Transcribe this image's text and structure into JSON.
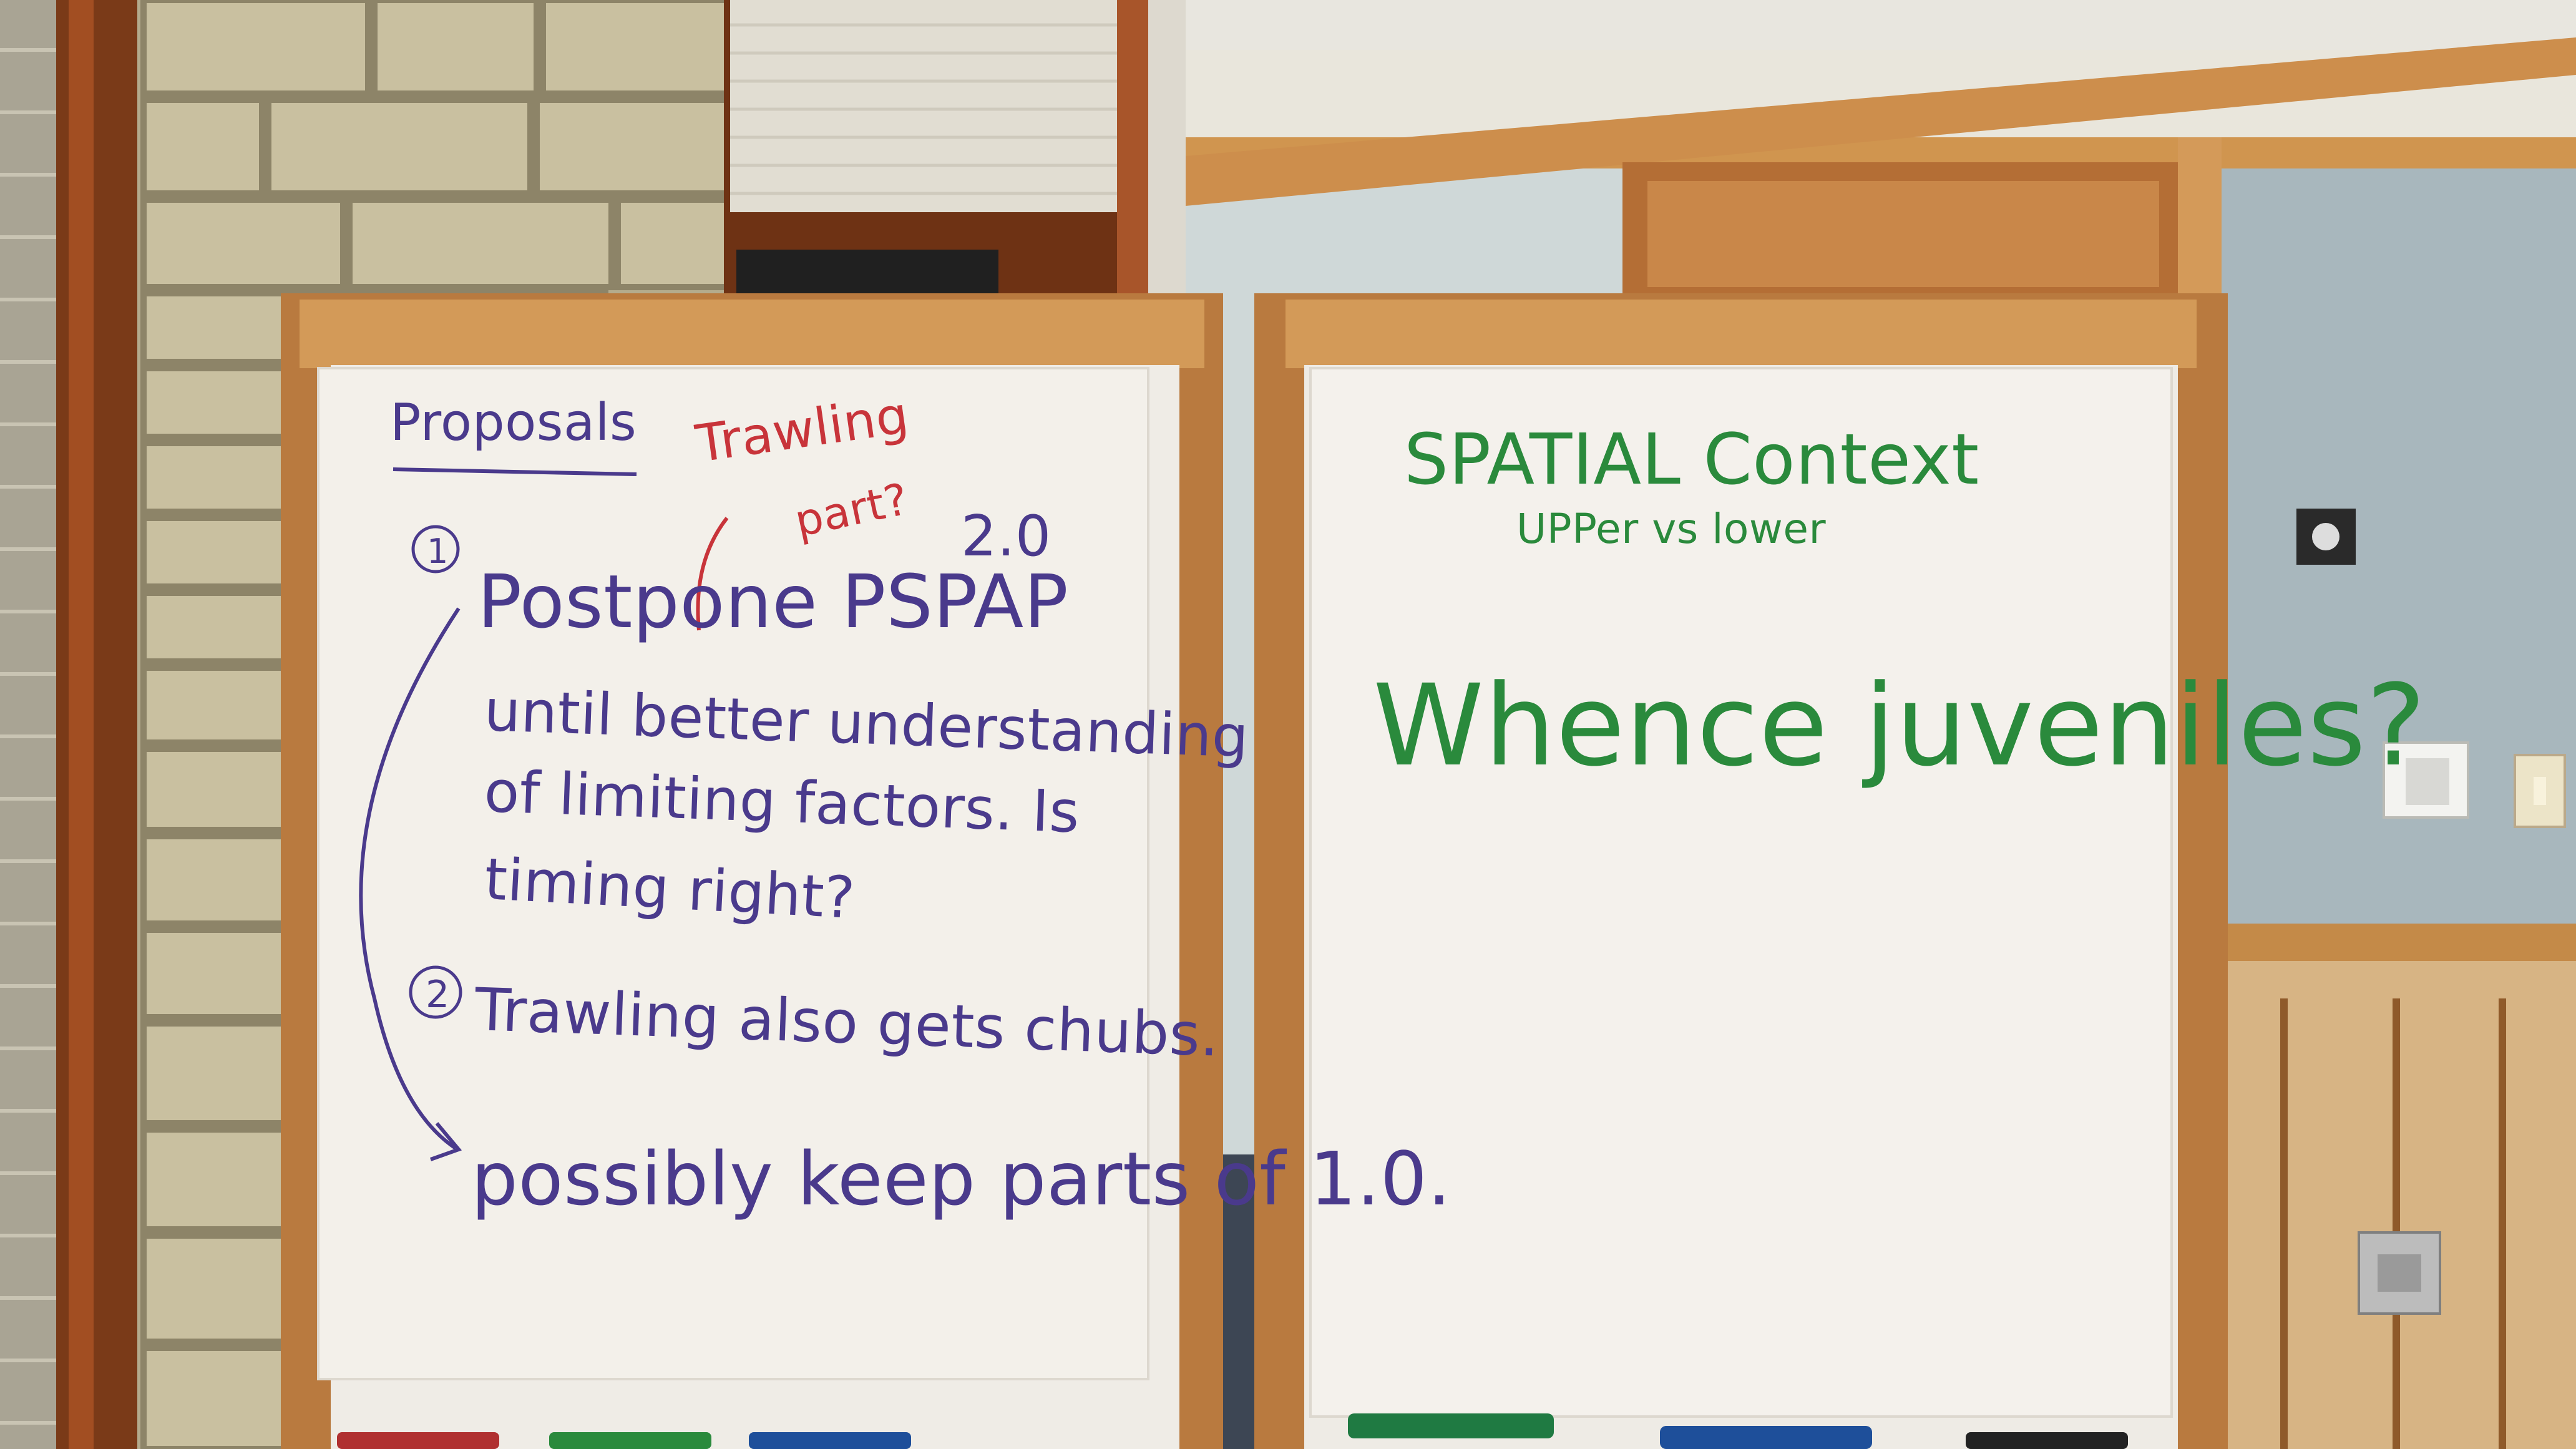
{
  "left_board": {
    "title": "Proposals",
    "red_note_line1": "Trawling",
    "red_note_line2": "part?",
    "version_note": "2.0",
    "item1_number": "1",
    "item1_line1": "Postpone PSPAP",
    "item1_line2": "until better understanding",
    "item1_line3": "of limiting factors. Is",
    "item1_line4": "timing right?",
    "item2_number": "2",
    "item2_line1": "Trawling also gets chubs.",
    "conclusion": "possibly keep parts of 1.0."
  },
  "right_board": {
    "title": "SPATIAL Context",
    "subtitle": "UPPer vs lower",
    "question": "Whence juveniles?"
  },
  "colors": {
    "purple_ink": "#4a3a8c",
    "red_ink": "#c8343a",
    "green_ink": "#2a8a3c",
    "wood_frame": "#c58a4a",
    "paper": "#f2efe9"
  }
}
